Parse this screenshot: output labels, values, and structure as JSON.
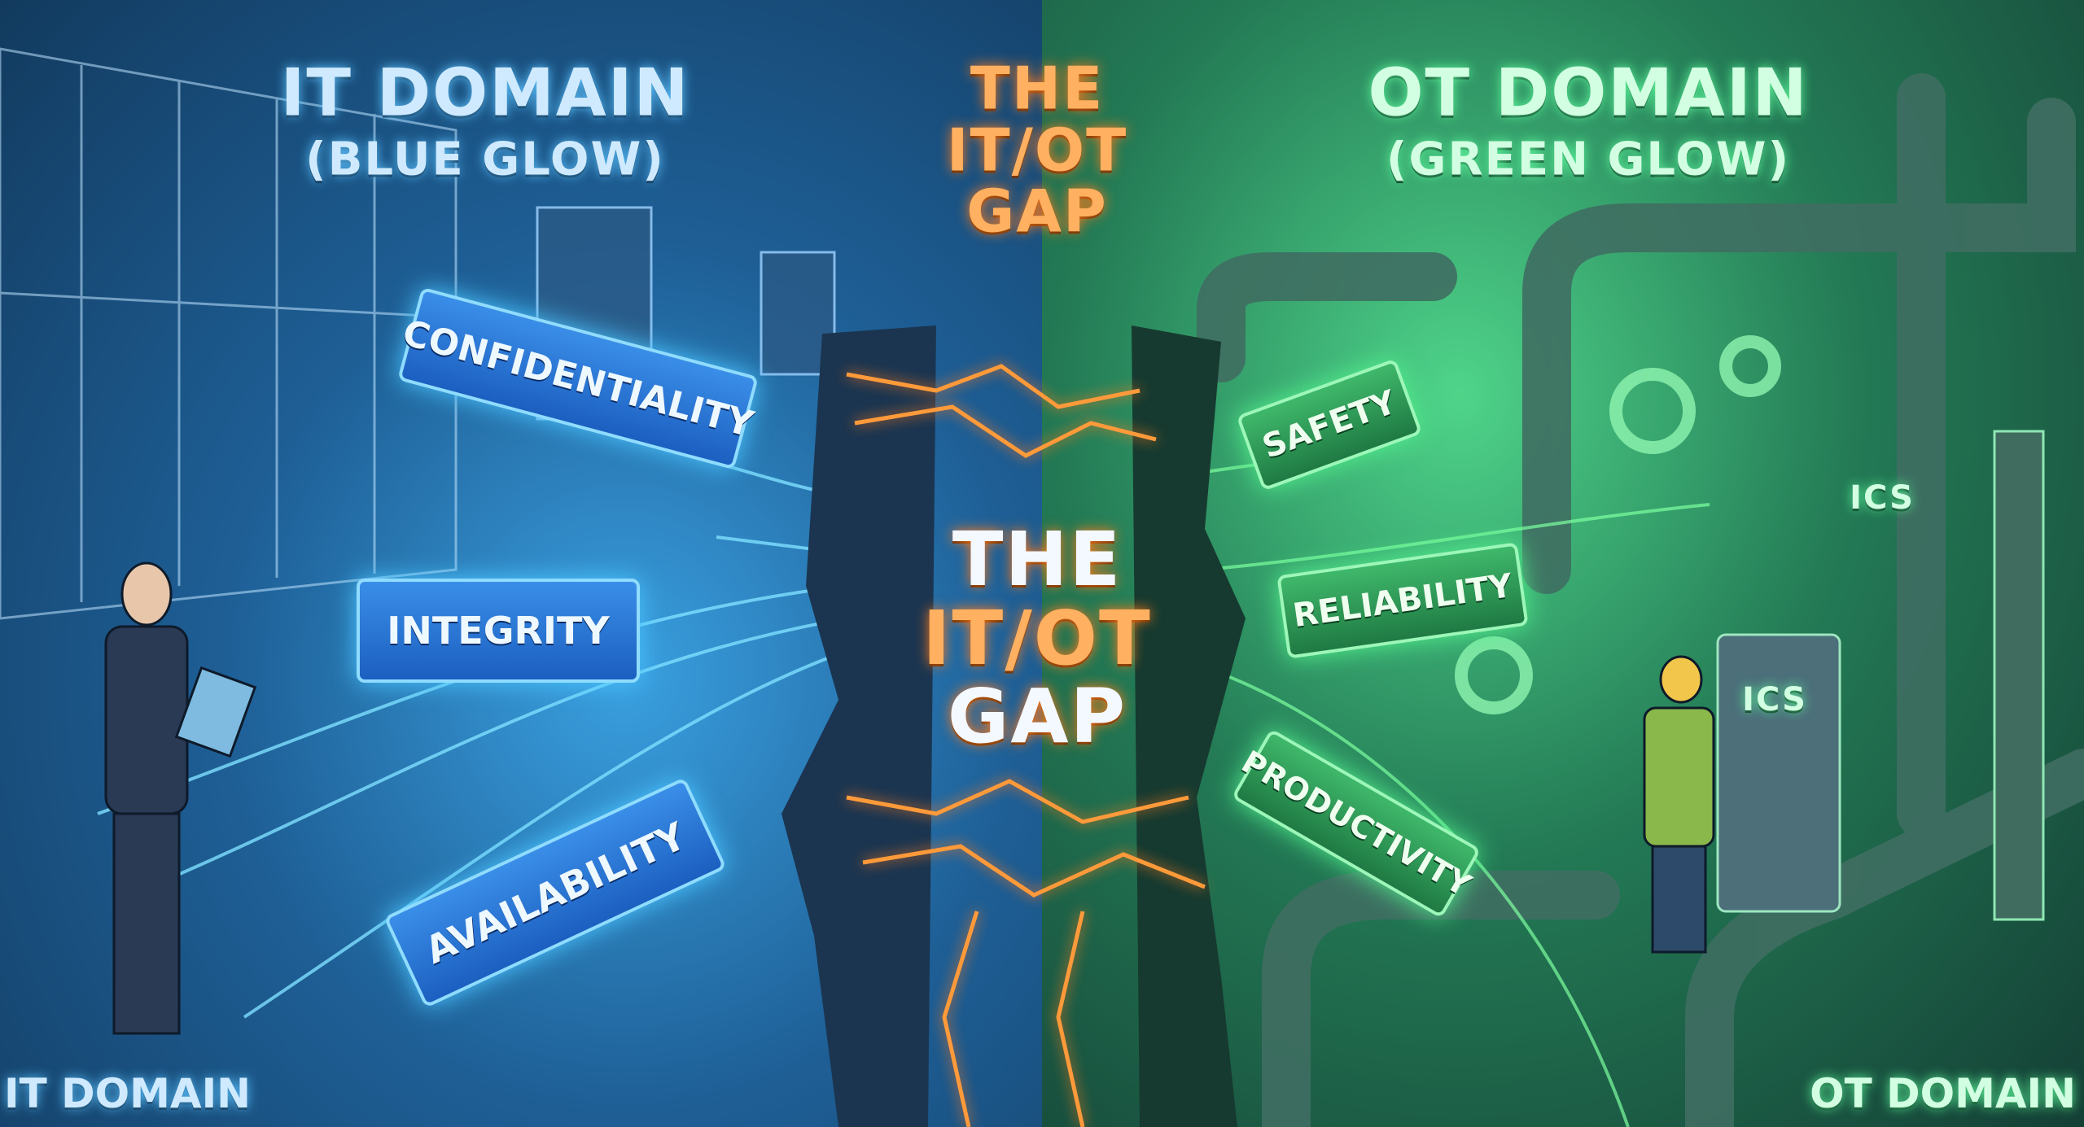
{
  "left": {
    "title": "IT DOMAIN",
    "subtitle": "(BLUE GLOW)",
    "corner_label": "IT DOMAIN",
    "color": "#3aa0e0",
    "panels": [
      "CONFIDENTIALITY",
      "INTEGRITY",
      "AVAILABILITY"
    ]
  },
  "center": {
    "top_title": [
      "THE",
      "IT/OT",
      "GAP"
    ],
    "main_title": [
      "THE",
      "IT/OT",
      "GAP"
    ],
    "accent": "#ff8a2a"
  },
  "right": {
    "title": "OT DOMAIN",
    "subtitle": "(GREEN GLOW)",
    "corner_label": "OT DOMAIN",
    "color": "#4fd48a",
    "panels": [
      "SAFETY",
      "RELIABILITY",
      "PRODUCTIVITY"
    ],
    "equipment_labels": [
      "ICS",
      "ICS"
    ]
  }
}
